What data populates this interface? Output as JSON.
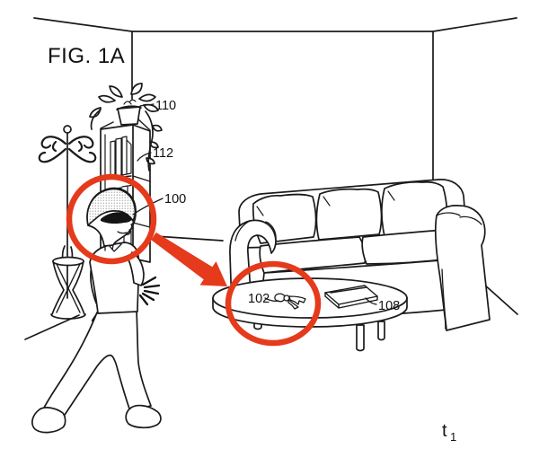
{
  "figure": {
    "title": "FIG. 1A",
    "reference_numerals": {
      "hanging_plant": "110",
      "bookshelf": "112",
      "smart_glasses": "100",
      "keys": "102",
      "book": "108"
    },
    "time": {
      "base": "t",
      "sub": "1"
    },
    "colors": {
      "annotation": "#e53a1b",
      "ink": "#141414",
      "background": "#ffffff"
    }
  }
}
